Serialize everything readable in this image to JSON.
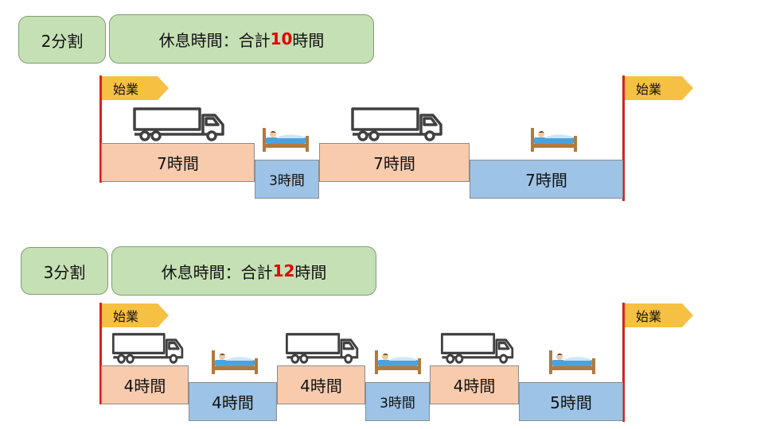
{
  "colors": {
    "work": "#f8cbad",
    "rest": "#9dc3e6",
    "label_bg": "#c5e0b4",
    "highlight": "#e00000",
    "flag": "#f6c042",
    "pole": "#d92020"
  },
  "icons": {
    "work": "truck-icon",
    "rest": "bed-icon",
    "marker": "flag-icon"
  },
  "section1": {
    "tag": "2分割",
    "summary": {
      "prefix": "休息時間：合計",
      "number": "10",
      "suffix": "時間"
    },
    "start_label": "始業",
    "end_label": "始業",
    "segments": [
      {
        "type": "work",
        "label": "7時間"
      },
      {
        "type": "rest",
        "label": "3時間"
      },
      {
        "type": "work",
        "label": "7時間"
      },
      {
        "type": "rest",
        "label": "7時間"
      }
    ]
  },
  "section2": {
    "tag": "3分割",
    "summary": {
      "prefix": "休息時間：合計",
      "number": "12",
      "suffix": "時間"
    },
    "start_label": "始業",
    "end_label": "始業",
    "segments": [
      {
        "type": "work",
        "label": "4時間"
      },
      {
        "type": "rest",
        "label": "4時間"
      },
      {
        "type": "work",
        "label": "4時間"
      },
      {
        "type": "rest",
        "label": "3時間"
      },
      {
        "type": "work",
        "label": "4時間"
      },
      {
        "type": "rest",
        "label": "5時間"
      }
    ]
  }
}
